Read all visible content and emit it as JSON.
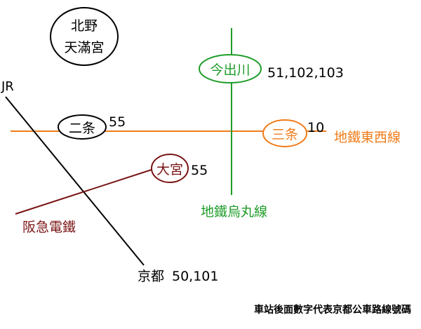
{
  "landmark": {
    "line1": "北野",
    "line2": "天滿宮"
  },
  "lines": {
    "jr": {
      "label": "JR",
      "color": "#000000"
    },
    "tozai": {
      "label": "地鐵東西線",
      "color": "#f07c1a"
    },
    "karasuma": {
      "label": "地鐵烏丸線",
      "color": "#1e9c28"
    },
    "hankyu": {
      "label": "阪急電鐵",
      "color": "#7a1414"
    }
  },
  "stations": {
    "nijo": {
      "name": "二条",
      "bus": "55"
    },
    "imadegawa": {
      "name": "今出川",
      "bus": "51,102,103"
    },
    "sanjo": {
      "name": "三条",
      "bus": "10"
    },
    "omiya": {
      "name": "大宮",
      "bus": "55"
    },
    "kyoto": {
      "name": "京都",
      "bus": "50,101"
    }
  },
  "footnote": "車站後面數字代表京都公車路線號碼"
}
